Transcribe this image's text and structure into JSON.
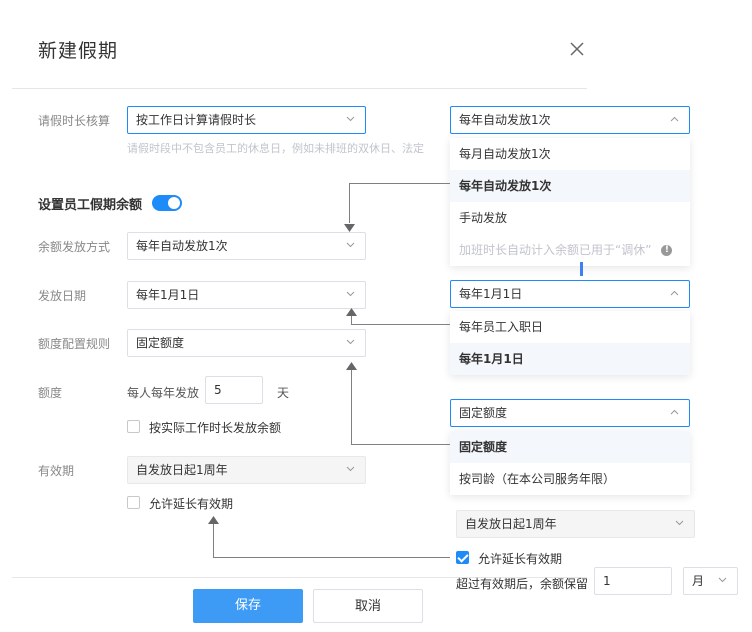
{
  "dialog": {
    "title": "新建假期"
  },
  "form": {
    "calc_label": "请假时长核算",
    "calc_value": "按工作日计算请假时长",
    "calc_hint": "请假时段中不包含员工的休息日，例如未排班的双休日、法定",
    "section_title": "设置员工假期余额",
    "issue_mode_label": "余额发放方式",
    "issue_mode_value": "每年自动发放1次",
    "issue_date_label": "发放日期",
    "issue_date_value": "每年1月1日",
    "quota_rule_label": "额度配置规则",
    "quota_rule_value": "固定额度",
    "quota_label": "额度",
    "quota_prefix": "每人每年发放",
    "quota_value": "5",
    "quota_unit": "天",
    "actual_hours_label": "按实际工作时长发放余额",
    "validity_label": "有效期",
    "validity_value": "自发放日起1周年",
    "extend_label": "允许延长有效期"
  },
  "panels": {
    "issue_mode": {
      "selected": "每年自动发放1次",
      "options": [
        "每月自动发放1次",
        "每年自动发放1次",
        "手动发放",
        "加班时长自动计入余额已用于“调休”"
      ]
    },
    "issue_date": {
      "selected": "每年1月1日",
      "options": [
        "每年员工入职日",
        "每年1月1日"
      ]
    },
    "quota_rule": {
      "selected": "固定额度",
      "options": [
        "固定额度",
        "按司龄（在本公司服务年限）"
      ]
    },
    "validity": {
      "selected": "自发放日起1周年",
      "extend_label": "允许延长有效期",
      "keep_label": "超过有效期后，余额保留",
      "keep_value": "1",
      "keep_unit": "月"
    }
  },
  "footer": {
    "save": "保存",
    "cancel": "取消"
  },
  "colors": {
    "accent": "#1d8cf8",
    "primary_button": "#3d9bf5"
  },
  "icons": [
    "close-icon",
    "chevron-down-icon",
    "chevron-up-icon",
    "info-icon",
    "check-icon",
    "arrow-icon"
  ]
}
